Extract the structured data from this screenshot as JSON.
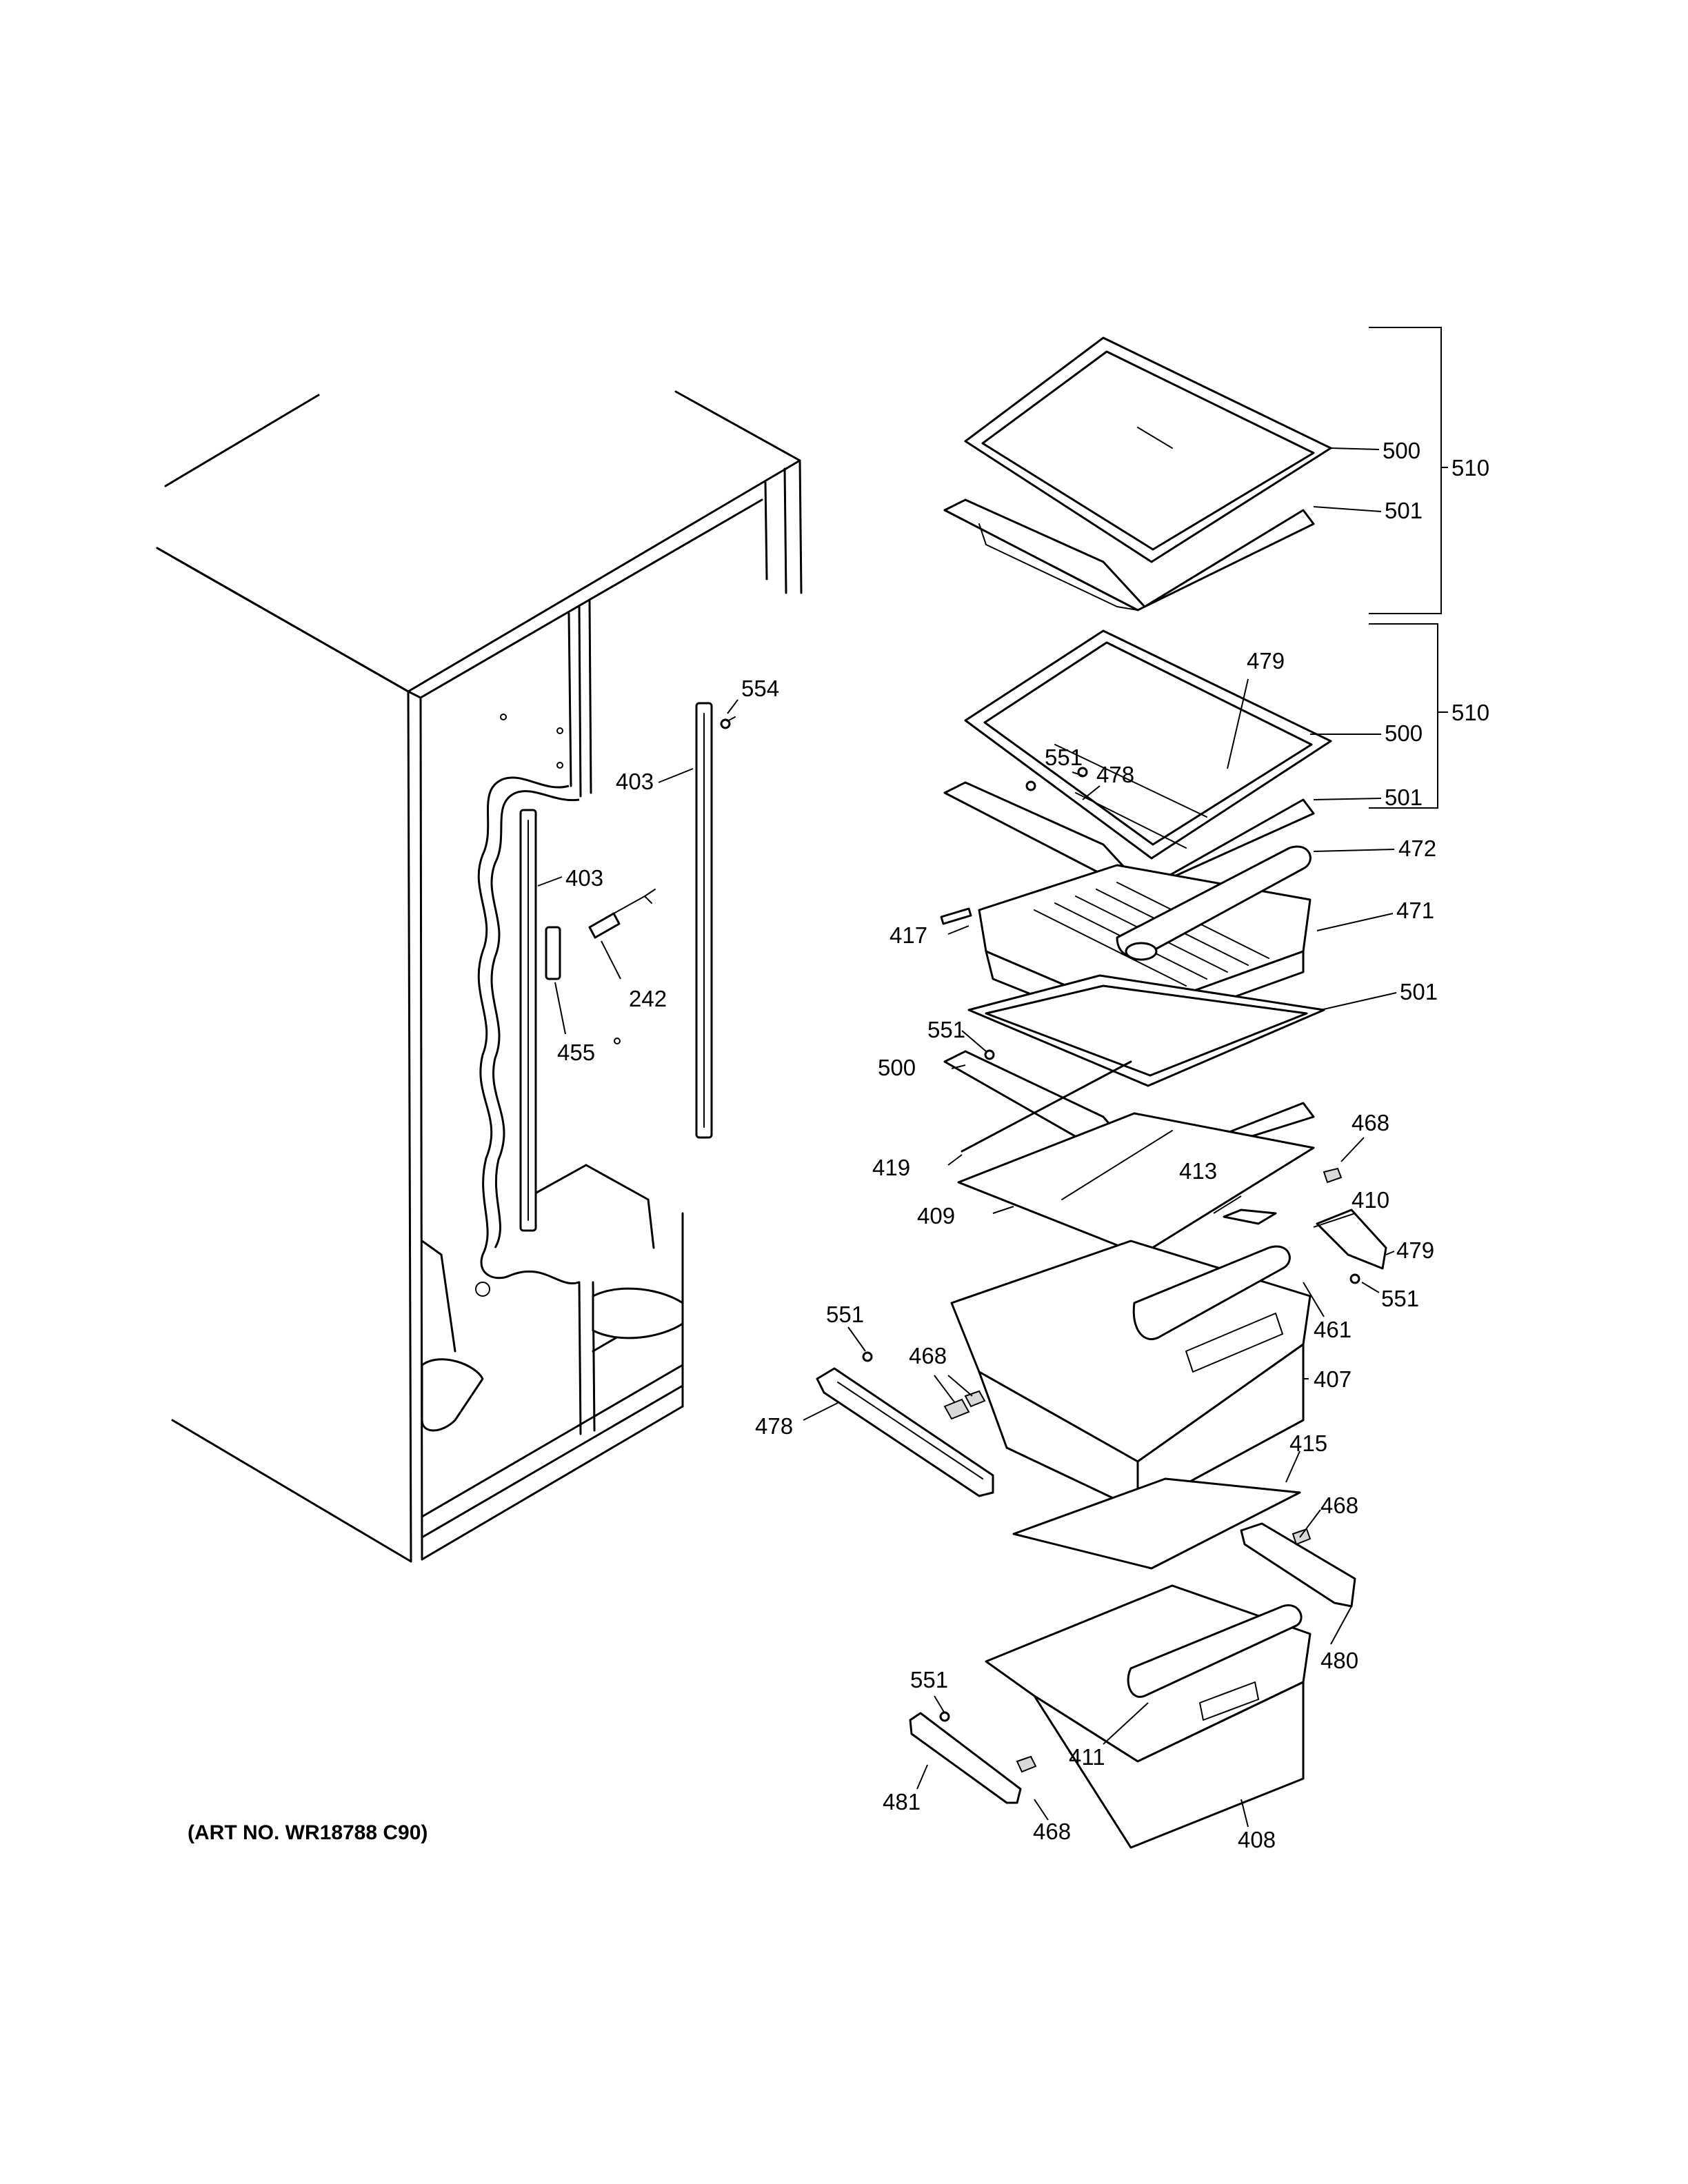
{
  "art_number": "(ART NO. WR18788 C90)",
  "callouts": [
    {
      "id": "c500a",
      "text": "500"
    },
    {
      "id": "c501a",
      "text": "501"
    },
    {
      "id": "c510a",
      "text": "510"
    },
    {
      "id": "c479a",
      "text": "479"
    },
    {
      "id": "c500b",
      "text": "500"
    },
    {
      "id": "c510b",
      "text": "510"
    },
    {
      "id": "c551a",
      "text": "551"
    },
    {
      "id": "c478a",
      "text": "478"
    },
    {
      "id": "c501b",
      "text": "501"
    },
    {
      "id": "c472",
      "text": "472"
    },
    {
      "id": "c471",
      "text": "471"
    },
    {
      "id": "c417",
      "text": "417"
    },
    {
      "id": "c501c",
      "text": "501"
    },
    {
      "id": "c551b",
      "text": "551"
    },
    {
      "id": "c500c",
      "text": "500"
    },
    {
      "id": "c419",
      "text": "419"
    },
    {
      "id": "c468a",
      "text": "468"
    },
    {
      "id": "c413",
      "text": "413"
    },
    {
      "id": "c410",
      "text": "410"
    },
    {
      "id": "c409",
      "text": "409"
    },
    {
      "id": "c479b",
      "text": "479"
    },
    {
      "id": "c551c",
      "text": "551"
    },
    {
      "id": "c461",
      "text": "461"
    },
    {
      "id": "c551d",
      "text": "551"
    },
    {
      "id": "c468b",
      "text": "468"
    },
    {
      "id": "c407",
      "text": "407"
    },
    {
      "id": "c478b",
      "text": "478"
    },
    {
      "id": "c415",
      "text": "415"
    },
    {
      "id": "c468c",
      "text": "468"
    },
    {
      "id": "c480",
      "text": "480"
    },
    {
      "id": "c551e",
      "text": "551"
    },
    {
      "id": "c411",
      "text": "411"
    },
    {
      "id": "c481",
      "text": "481"
    },
    {
      "id": "c468d",
      "text": "468"
    },
    {
      "id": "c408",
      "text": "408"
    },
    {
      "id": "c554",
      "text": "554"
    },
    {
      "id": "c403a",
      "text": "403"
    },
    {
      "id": "c403b",
      "text": "403"
    },
    {
      "id": "c242",
      "text": "242"
    },
    {
      "id": "c455",
      "text": "455"
    }
  ]
}
